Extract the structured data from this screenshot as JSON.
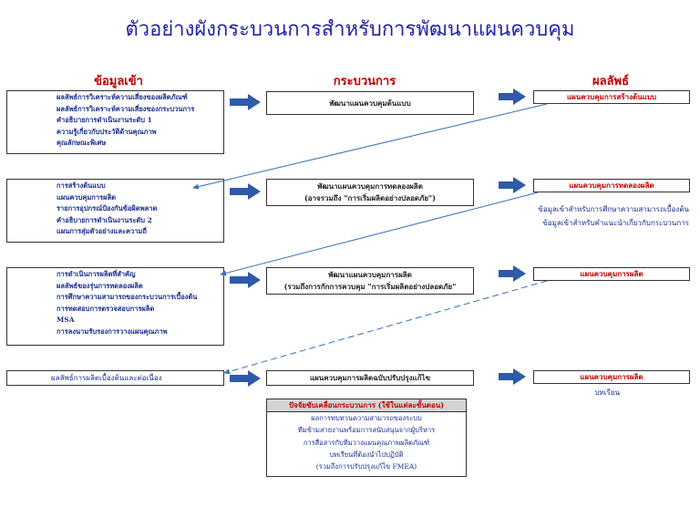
{
  "title": "ตัวอย่างผังกระบวนการสำหรับการพัฒนาแผนควบคุม",
  "columns": {
    "input": "ข้อมูลเข้า",
    "process": "กระบวนการ",
    "output": "ผลลัพธ์"
  },
  "colors": {
    "title": "#2222aa",
    "input_head": "#c00000",
    "process_head": "#c00000",
    "output_head": "#c00000",
    "arrow": "#2e5aa8",
    "text_blue": "#1a2f8f",
    "text_red": "#c00000"
  },
  "rows": [
    {
      "inputs": [
        "ผลลัพธ์การวิเคราะห์ความเสี่ยงของผลิตภัณฑ์",
        "ผลลัพธ์การวิเคราะห์ความเสี่ยงของกระบวนการ",
        "คำอธิบายการดำเนินงานระดับ 1",
        "ความรู้เกี่ยวกับประวัติด้านคุณภาพ",
        "คุณลักษณะพิเศษ"
      ],
      "process": [
        "พัฒนาแผนควบคุมต้นแบบ"
      ],
      "output": "แผนควบคุมการสร้างต้นแบบ"
    },
    {
      "inputs": [
        "การสร้างต้นแบบ",
        "แผนควบคุมการผลิต",
        "รายการอุปกรณ์ป้องกันข้อผิดพลาด",
        "คำอธิบายการดำเนินงานระดับ 2",
        "แผนการสุ่มตัวอย่างและความถี่"
      ],
      "process": [
        "พัฒนาแผนควบคุมการทดลองผลิต",
        "(อาจรวมถึง \"การเริ่มผลิตอย่างปลอดภัย\")"
      ],
      "output": "แผนควบคุมการทดลองผลิต",
      "notes": [
        "ข้อมูลเข้าสำหรับการศึกษาความสามารถเบื้องต้น",
        "ข้อมูลเข้าสำหรับคำแนะนำเกี่ยวกับกระบวนการ"
      ]
    },
    {
      "inputs": [
        "การดำเนินการผลิตที่สำคัญ",
        "ผลลัพธ์ของรุ่นการทดลองผลิต",
        "การศึกษาความสามารถของกระบวนการเบื้องต้น",
        "การทดสอบการตรวจสอบการผลิต",
        "MSA",
        "การลงนามรับรองการวางแผนคุณภาพ"
      ],
      "process": [
        "พัฒนาแผนควบคุมการผลิต",
        "(รวมถึงการกักการควบคุม \"การเริ่มผลิตอย่างปลอดภัย\""
      ],
      "output": "แผนควบคุมการผลิต"
    },
    {
      "inputs": [
        "ผลลัพธ์การผลิตเบื้องต้นและต่อเนื่อง"
      ],
      "process": [
        "แผนควบคุมการผลิตฉบับปรับปรุงแก้ไข"
      ],
      "output": "แผนควบคุมการผลิต",
      "output_note": "บทเรียน"
    }
  ],
  "factors": {
    "title": "ปัจจัยขับเคลื่อนกระบวนการ (ใช้ในแต่ละขั้นตอน)",
    "items": [
      "ผลการทบทวนความสามารถของระบบ",
      "ทีมข้ามสายงานพร้อมการสนับสนุนจากผู้บริหาร",
      "การสื่อสารกับทีมวางแผนคุณภาพผลิตภัณฑ์",
      "บทเรียนที่ต้องนำไปปฏิบัติ",
      "(รวมถึงการปรับปรุงแก้ไข FMEA)"
    ]
  }
}
